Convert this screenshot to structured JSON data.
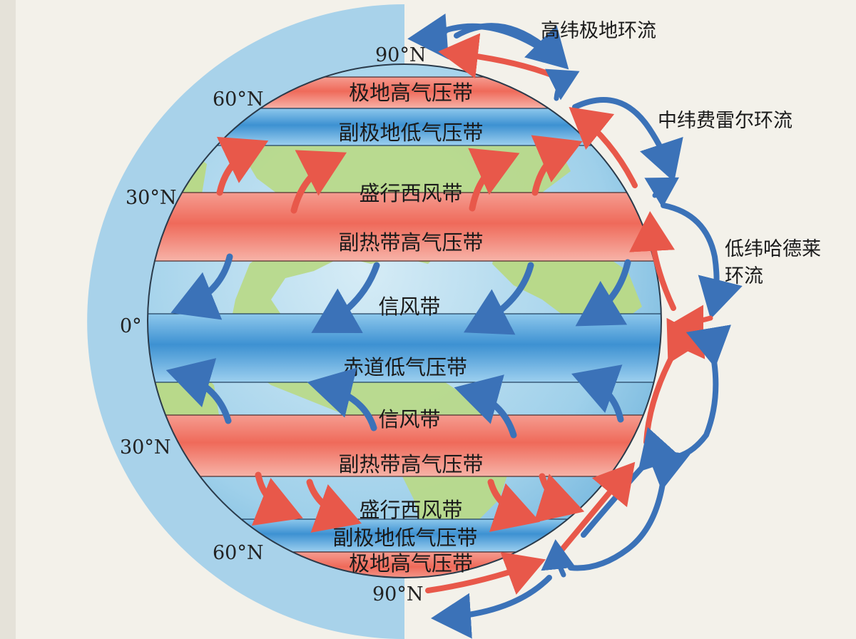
{
  "latitude_labels": {
    "n90": "90°N",
    "n60": "60°N",
    "n30": "30°N",
    "equator": "0°",
    "s30": "30°N",
    "s60": "60°N",
    "s90": "90°N"
  },
  "pressure_belts": {
    "polar_high_north": "极地高气压带",
    "subpolar_low_north": "副极地低气压带",
    "subtropical_high_north": "副热带高气压带",
    "equatorial_low": "赤道低气压带",
    "subtropical_high_south": "副热带高气压带",
    "subpolar_low_south": "副极地低气压带",
    "polar_high_south": "极地高气压带"
  },
  "wind_belts": {
    "westerlies_north": "盛行西风带",
    "trades_north": "信风带",
    "trades_south": "信风带",
    "westerlies_south": "盛行西风带"
  },
  "circulation_cells": {
    "polar": "高纬极地环流",
    "ferrel": "中纬费雷尔环流",
    "hadley_line1": "低纬哈德莱",
    "hadley_line2": "环流"
  },
  "colors": {
    "high_pressure": "#f0786a",
    "low_pressure": "#4a9ad6",
    "warm_arrow": "#e8584a",
    "cold_arrow": "#3b72b8",
    "ocean": "#8cc8e4",
    "land": "#b9d98a"
  }
}
